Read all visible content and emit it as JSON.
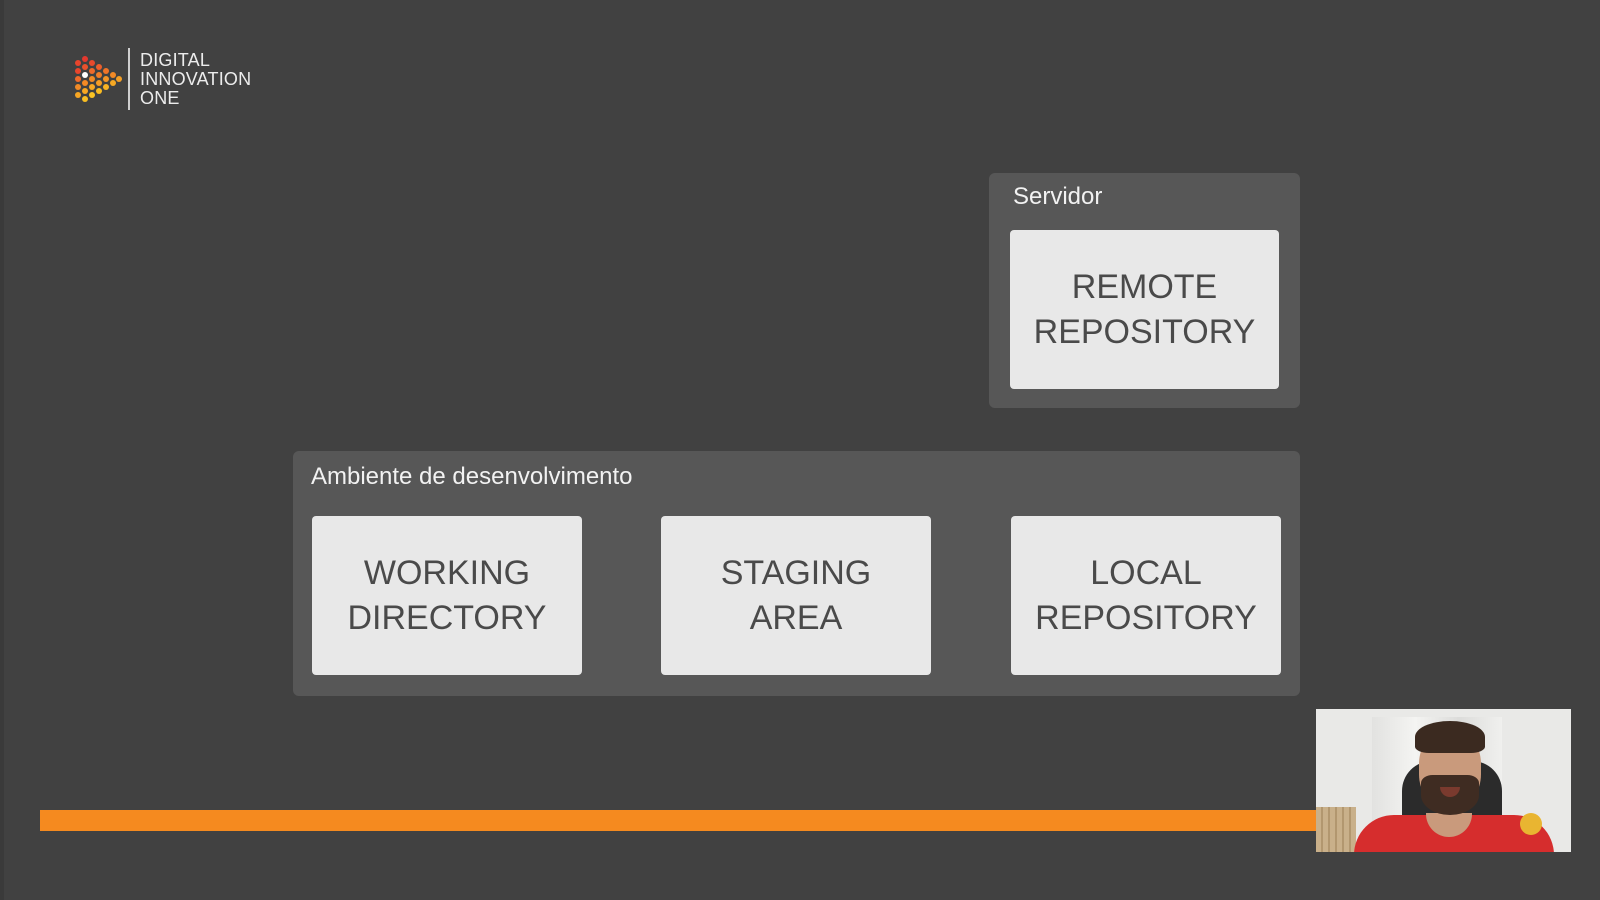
{
  "logo": {
    "lines": [
      "DIGITAL",
      "INNOVATION",
      "ONE"
    ],
    "icon": "hexagon-play-icon"
  },
  "server": {
    "label": "Servidor",
    "box": [
      "REMOTE",
      "REPOSITORY"
    ]
  },
  "dev": {
    "label": "Ambiente de desenvolvimento",
    "boxes": [
      [
        "WORKING",
        "DIRECTORY"
      ],
      [
        "STAGING",
        "AREA"
      ],
      [
        "LOCAL",
        "REPOSITORY"
      ]
    ]
  },
  "progress": {
    "fraction": 1.0
  },
  "colors": {
    "background": "#414141",
    "group": "#575757",
    "box": "#e8e8e8",
    "accent": "#f58a1f"
  }
}
